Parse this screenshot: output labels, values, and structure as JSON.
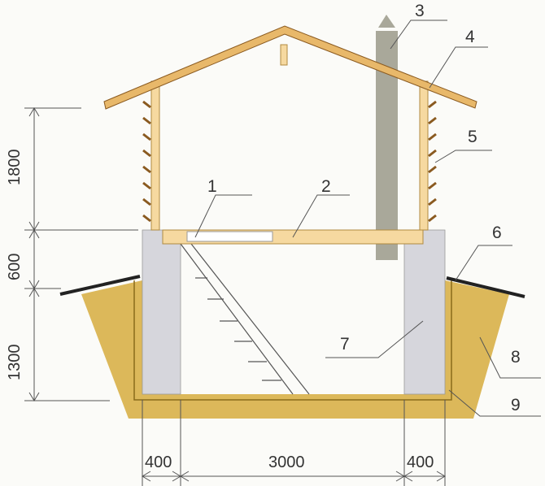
{
  "labels": {
    "l1": "1",
    "l2": "2",
    "l3": "3",
    "l4": "4",
    "l5": "5",
    "l6": "6",
    "l7": "7",
    "l8": "8",
    "l9": "9"
  },
  "dimensions": {
    "h_attic": "1800",
    "h_plinth": "600",
    "h_pit": "1300",
    "w_wall_left": "400",
    "w_inner": "3000",
    "w_wall_right": "400"
  },
  "colors": {
    "wood": "#f6d9a0",
    "soil": "#dcb85a",
    "concrete": "#d6d6dc",
    "chimney": "#a9a89a",
    "roof": "#e8b86a"
  }
}
